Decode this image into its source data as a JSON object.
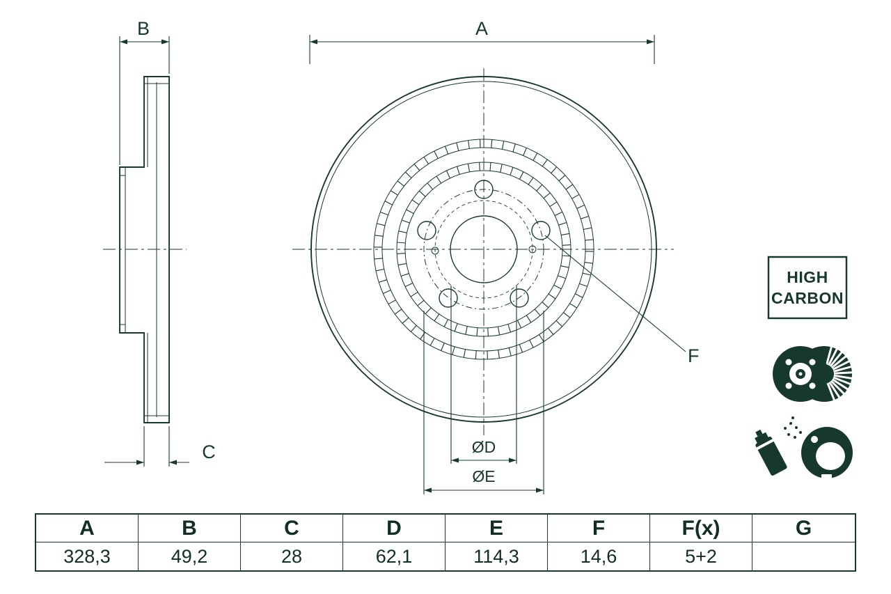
{
  "colors": {
    "ink": "#17382d"
  },
  "drawing": {
    "dim_labels": {
      "A": "A",
      "B": "B",
      "C": "C",
      "D": "ØD",
      "E": "ØE",
      "F": "F"
    },
    "badge": {
      "line1": "HIGH",
      "line2": "CARBON"
    }
  },
  "table": {
    "headers": [
      "A",
      "B",
      "C",
      "D",
      "E",
      "F",
      "F(x)",
      "G"
    ],
    "values": [
      "328,3",
      "49,2",
      "28",
      "62,1",
      "114,3",
      "14,6",
      "5+2",
      ""
    ]
  }
}
